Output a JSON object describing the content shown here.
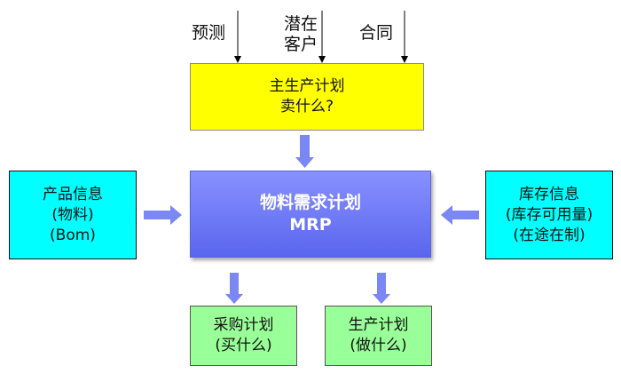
{
  "inputs": [
    {
      "label": "预测"
    },
    {
      "label_line1": "潜在",
      "label_line2": "客户"
    },
    {
      "label": "合同"
    }
  ],
  "master_plan": {
    "line1": "主生产计划",
    "line2": "卖什么?"
  },
  "mrp": {
    "line1": "物料需求计划",
    "line2": "MRP"
  },
  "product_info": {
    "line1": "产品信息",
    "line2": "(物料)",
    "line3": "(Bom)"
  },
  "stock_info": {
    "line1": "库存信息",
    "line2": "(库存可用量)",
    "line3": "(在途在制)"
  },
  "purchase_plan": {
    "line1": "采购计划",
    "line2": "(买什么)"
  },
  "production_plan": {
    "line1": "生产计划",
    "line2": "(做什么)"
  },
  "colors": {
    "master_fill": "#ffff00",
    "mrp_fill_top": "#8891ff",
    "mrp_fill_bottom": "#5a66ee",
    "info_fill": "#00ffff",
    "output_fill": "#99ff99",
    "block_arrow": "#7b87f5",
    "line_arrow": "#000000"
  }
}
